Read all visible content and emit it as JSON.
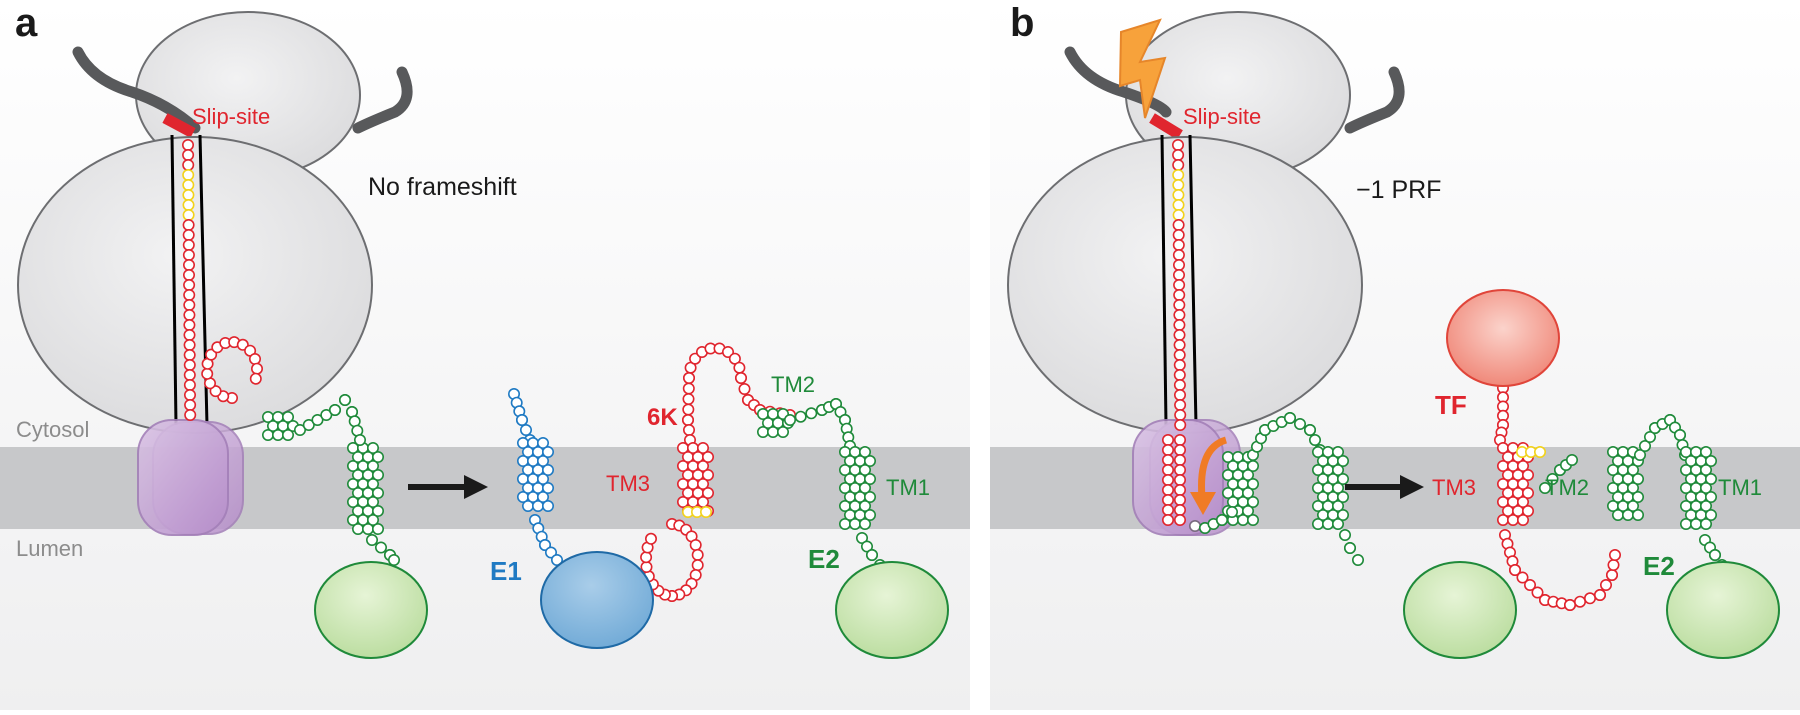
{
  "panel_a": {
    "letter": "a",
    "slip_site": "Slip-site",
    "state": "No frameshift",
    "cytosol": "Cytosol",
    "lumen": "Lumen",
    "e1": "E1",
    "sixk": "6K",
    "tm3": "TM3",
    "tm2": "TM2",
    "tm1": "TM1",
    "e2": "E2"
  },
  "panel_b": {
    "letter": "b",
    "slip_site": "Slip-site",
    "state": "−1 PRF",
    "tf": "TF",
    "tm3": "TM3",
    "tm2": "TM2",
    "tm1": "TM1",
    "e2": "E2"
  },
  "colors": {
    "red": "#e0252e",
    "green": "#1f8a3a",
    "blue": "#1f7ac3",
    "yellow": "#f2d21b",
    "membrane": "#c7c8ca",
    "ribosome": "#e6e6e7",
    "translocon": "#c7a8d6",
    "lightning": "#f7a23b"
  }
}
